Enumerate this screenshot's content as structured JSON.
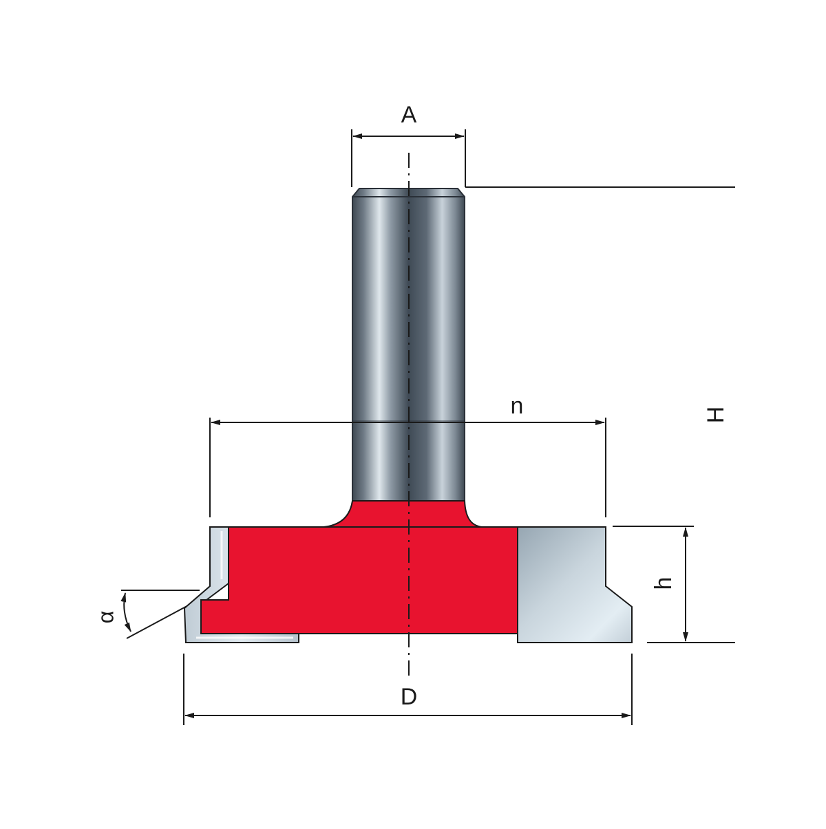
{
  "labels": {
    "shank_diameter": "A",
    "total_height": "H",
    "inner_diameter": "n",
    "cutting_height": "h",
    "cutting_diameter": "D",
    "angle": "α"
  },
  "colors": {
    "body_red": "#e8132f",
    "steel_dark": "#4a5561",
    "steel_light": "#dfe8ee",
    "carbide_light": "#dfeaf1",
    "carbide_mid": "#a9b8c3",
    "line": "#1a1a1a"
  }
}
